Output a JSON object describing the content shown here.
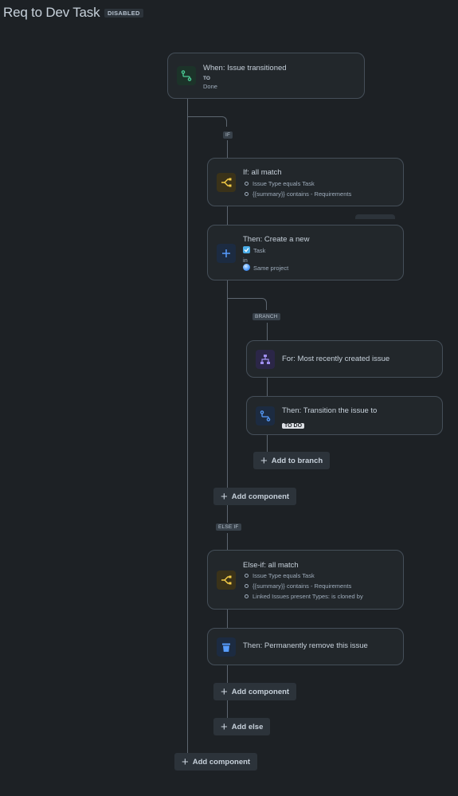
{
  "header": {
    "title": "Req to Dev Task",
    "status": "DISABLED"
  },
  "trigger": {
    "title": "When: Issue transitioned",
    "to_label": "TO",
    "to_value": "Done"
  },
  "labels": {
    "if": "IF",
    "branch": "BRANCH",
    "else_if": "ELSE IF"
  },
  "if_condition": {
    "title": "If: all match",
    "items": [
      "Issue Type equals Task",
      "{{summary}} contains - Requirements"
    ]
  },
  "create_action": {
    "title": "Then: Create a new",
    "issue_type": "Task",
    "in_label": "in",
    "project": "Same project"
  },
  "branch_for": {
    "title": "For: Most recently created issue"
  },
  "transition_action": {
    "title": "Then: Transition the issue to",
    "status": "TO DO"
  },
  "buttons": {
    "add_to_branch": "Add to branch",
    "add_component": "Add component",
    "add_else": "Add else"
  },
  "else_if_condition": {
    "title": "Else-if: all match",
    "items": [
      "Issue Type equals Task",
      "{{summary}} contains - Requirements",
      "Linked Issues present Types: is cloned by"
    ]
  },
  "remove_action": {
    "title": "Then: Permanently remove this issue"
  },
  "colors": {
    "background": "#1d2125",
    "card": "#22272b",
    "trigger_icon": "#4bce97",
    "condition_icon": "#f5cd47",
    "action_icon": "#579dff",
    "branch_icon": "#9f8fef"
  }
}
